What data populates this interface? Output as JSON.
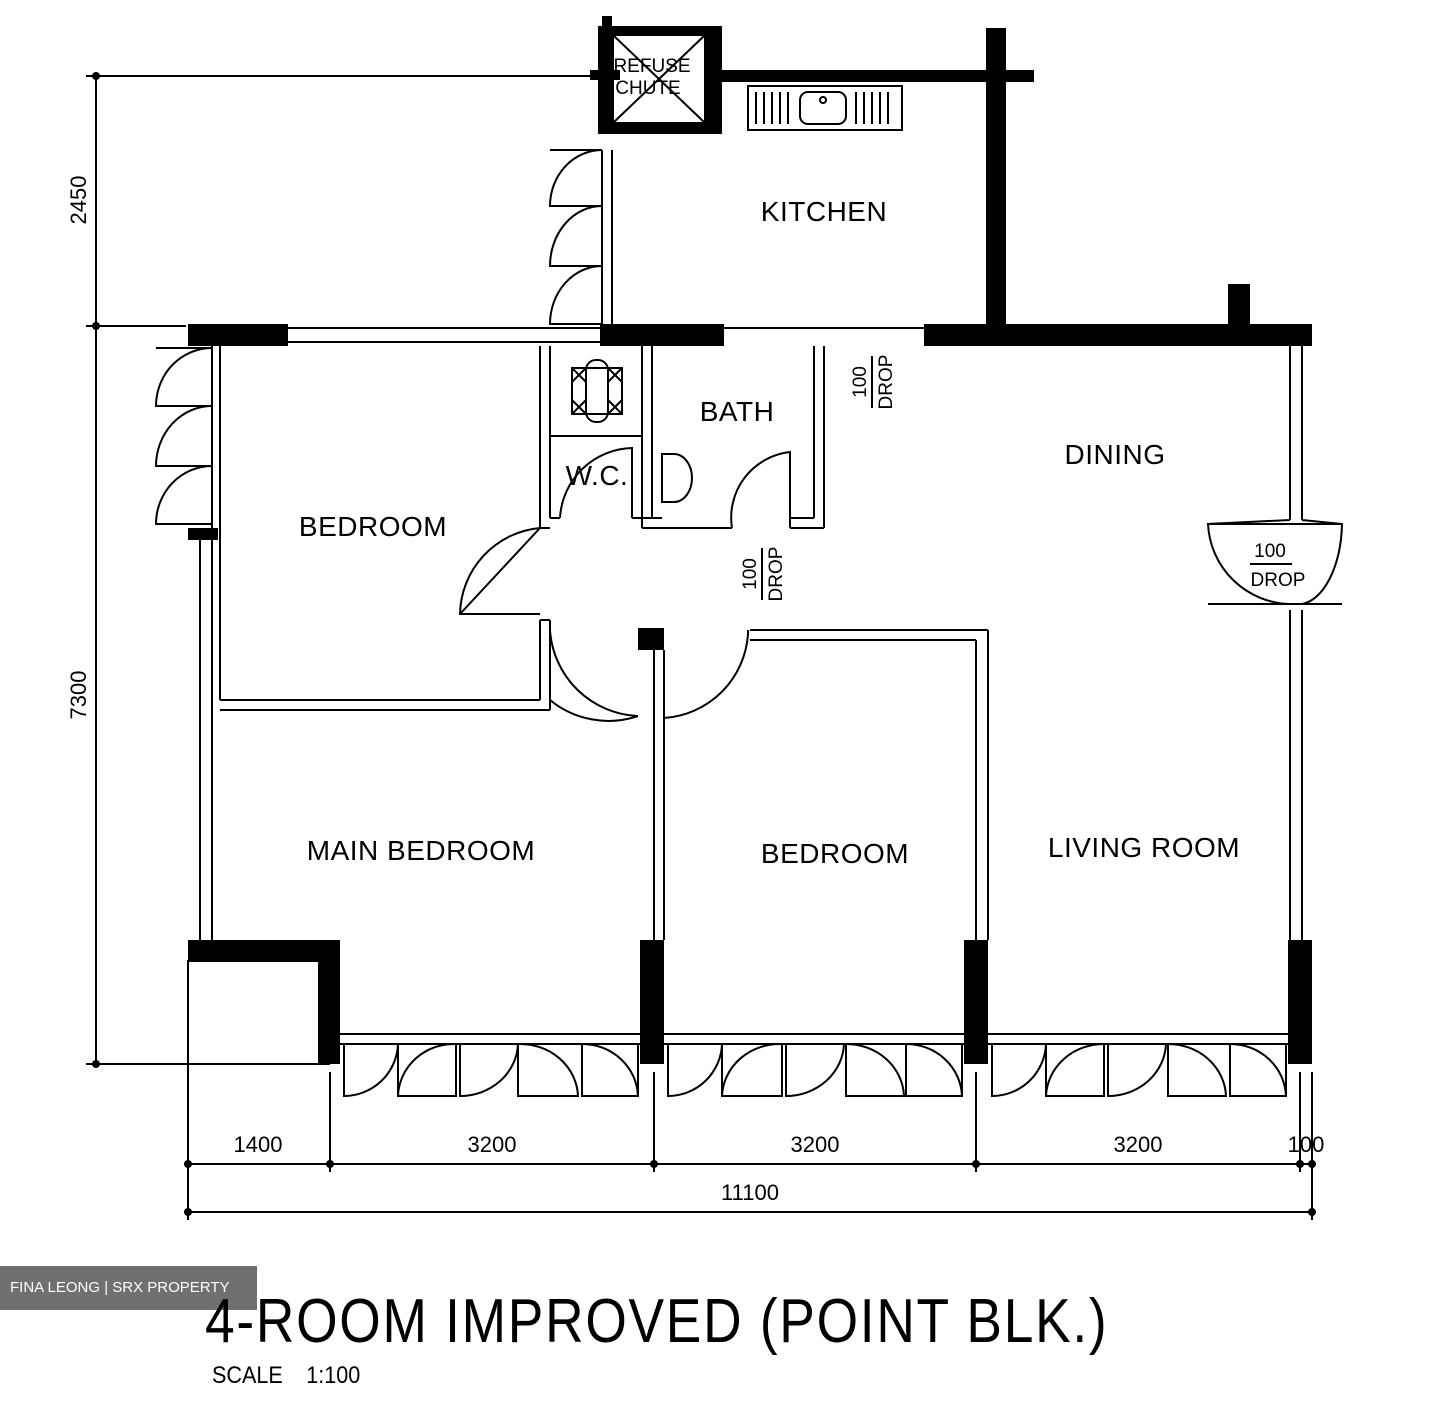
{
  "plan": {
    "title": "4-ROOM IMPROVED (POINT BLK.)",
    "scale_label": "SCALE",
    "scale_value": "1:100"
  },
  "rooms": {
    "refuse_chute": [
      "REFUSE",
      "CHUTE"
    ],
    "kitchen": "KITCHEN",
    "bath": "BATH",
    "wc": "W.C.",
    "dining": "DINING",
    "bedroom_1": "BEDROOM",
    "main_bedroom": "MAIN BEDROOM",
    "bedroom_2": "BEDROOM",
    "living_room": "LIVING ROOM"
  },
  "drops": {
    "kitchen_entry": [
      "100",
      "DROP"
    ],
    "bath_entry": [
      "100",
      "DROP"
    ],
    "main_entrance": [
      "100",
      "DROP"
    ]
  },
  "dimensions": {
    "vertical": [
      "2450",
      "7300"
    ],
    "horizontal_segments": [
      "1400",
      "3200",
      "3200",
      "3200",
      "100"
    ],
    "overall_width": "11100"
  },
  "watermark": "FINA LEONG | SRX PROPERTY"
}
